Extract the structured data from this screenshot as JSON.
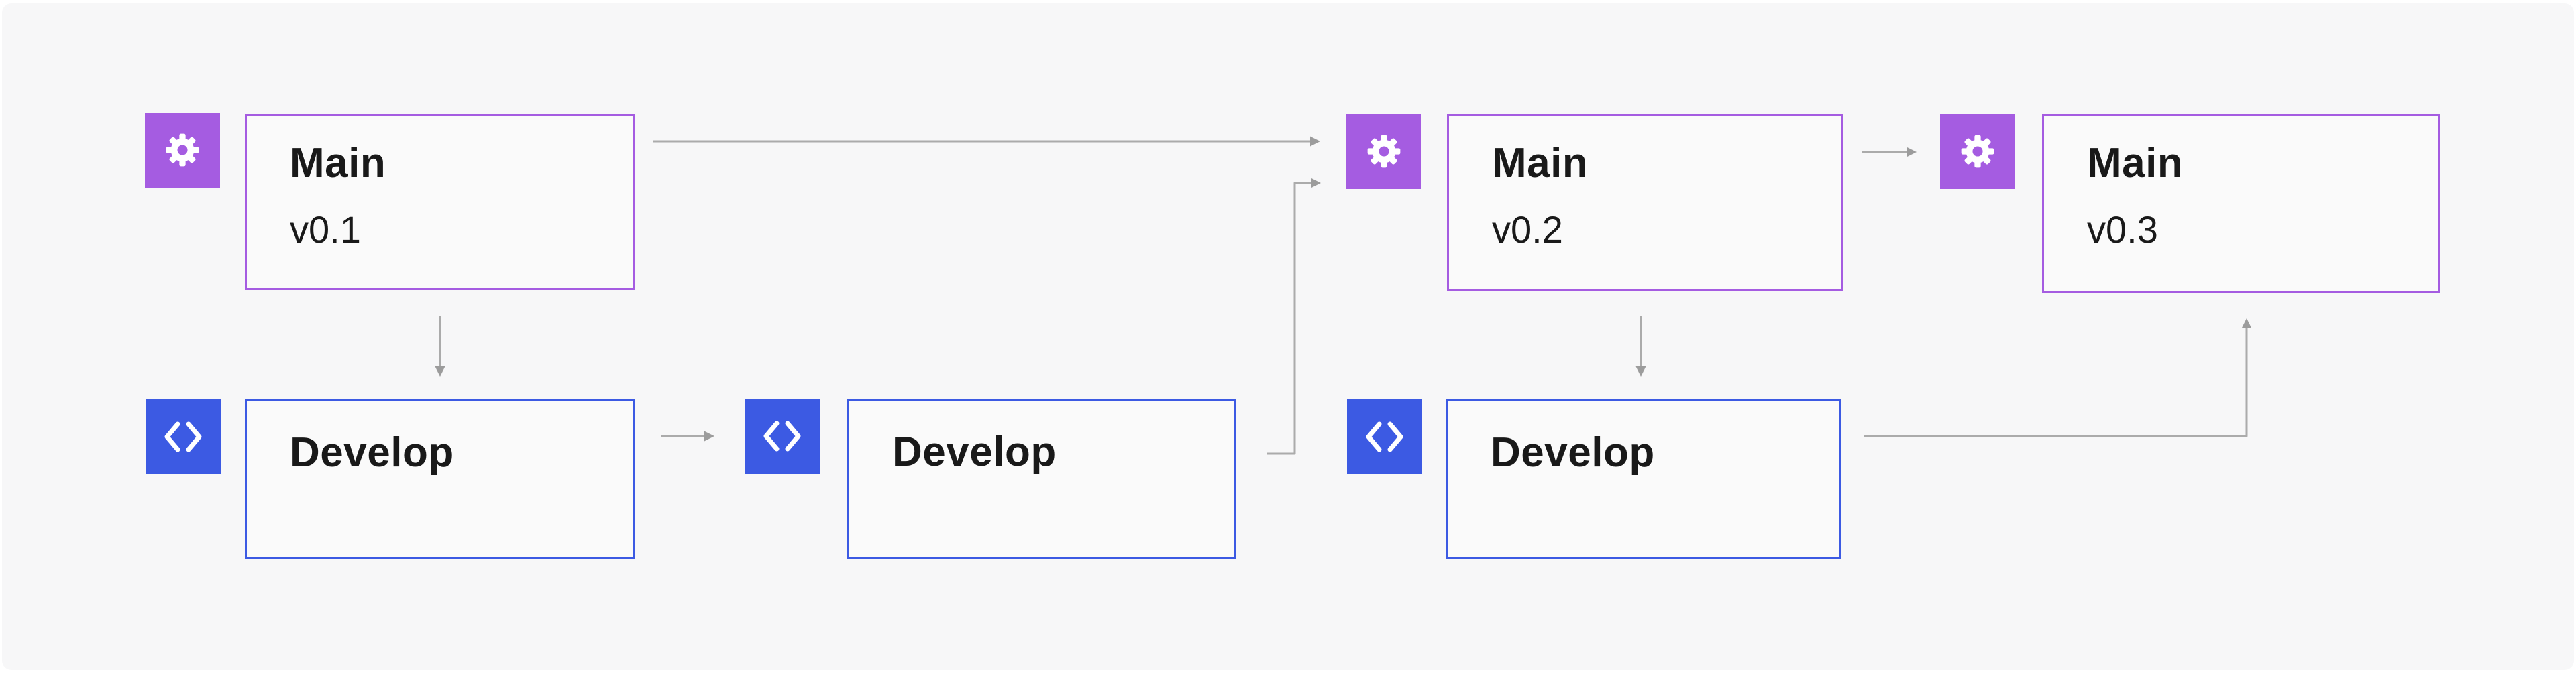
{
  "diagram_title": "branch-version-flow",
  "colors": {
    "purple": "#a55ce1",
    "blue": "#3c5ae3",
    "node-bg": "#fafafa",
    "panel-bg": "#f7f7f8",
    "arrow": "#ababab",
    "arrow-head": "#9c9c9c",
    "text": "#191919"
  },
  "nodes": [
    {
      "id": "main-v0-1",
      "label": "Main",
      "version": "v0.1",
      "branch": "main",
      "icon": "gear-icon"
    },
    {
      "id": "develop-1",
      "label": "Develop",
      "version": "",
      "branch": "develop",
      "icon": "code-icon"
    },
    {
      "id": "develop-2",
      "label": "Develop",
      "version": "",
      "branch": "develop",
      "icon": "code-icon"
    },
    {
      "id": "main-v0-2",
      "label": "Main",
      "version": "v0.2",
      "branch": "main",
      "icon": "gear-icon"
    },
    {
      "id": "develop-3",
      "label": "Develop",
      "version": "",
      "branch": "develop",
      "icon": "code-icon"
    },
    {
      "id": "main-v0-3",
      "label": "Main",
      "version": "v0.3",
      "branch": "main",
      "icon": "gear-icon"
    }
  ],
  "edges": [
    {
      "from": "main-v0-1",
      "to": "main-v0-2"
    },
    {
      "from": "main-v0-1",
      "to": "develop-1"
    },
    {
      "from": "develop-1",
      "to": "develop-2"
    },
    {
      "from": "develop-2",
      "to": "main-v0-2"
    },
    {
      "from": "main-v0-2",
      "to": "main-v0-3"
    },
    {
      "from": "main-v0-2",
      "to": "develop-3"
    },
    {
      "from": "develop-3",
      "to": "main-v0-3"
    }
  ]
}
